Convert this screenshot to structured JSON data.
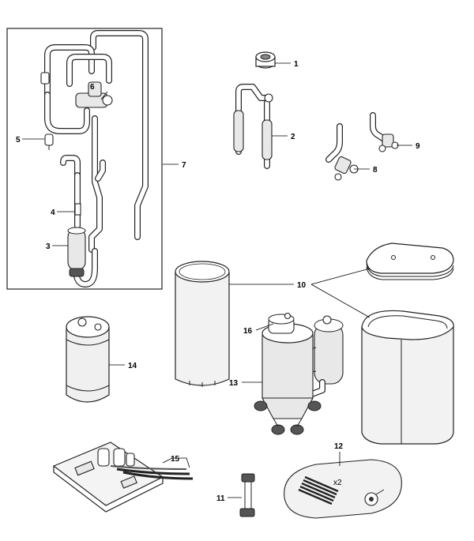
{
  "diagram": {
    "callouts": [
      {
        "id": "c1",
        "text": "1"
      },
      {
        "id": "c2",
        "text": "2"
      },
      {
        "id": "c3",
        "text": "3"
      },
      {
        "id": "c4",
        "text": "4"
      },
      {
        "id": "c5",
        "text": "5"
      },
      {
        "id": "c6",
        "text": "6"
      },
      {
        "id": "c7",
        "text": "7"
      },
      {
        "id": "c8",
        "text": "8"
      },
      {
        "id": "c9",
        "text": "9"
      },
      {
        "id": "c10",
        "text": "10"
      },
      {
        "id": "c11",
        "text": "11"
      },
      {
        "id": "c12",
        "text": "12"
      },
      {
        "id": "c13",
        "text": "13"
      },
      {
        "id": "c14",
        "text": "14"
      },
      {
        "id": "c15",
        "text": "15"
      },
      {
        "id": "c16",
        "text": "16"
      }
    ],
    "kit_quantity": "x2"
  }
}
